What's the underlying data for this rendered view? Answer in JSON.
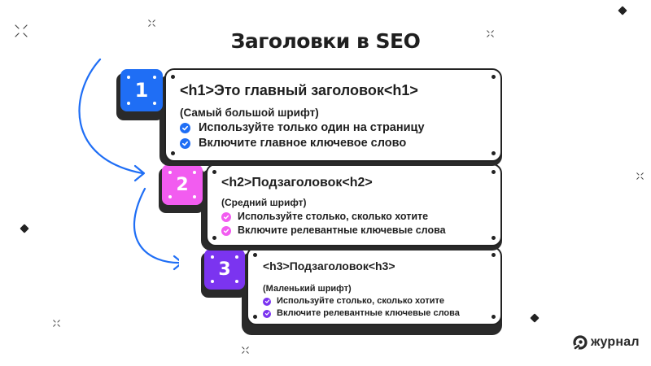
{
  "title": "Заголовки в SEO",
  "colors": {
    "h1_accent": "#1f6ef5",
    "h2_accent": "#f25cf0",
    "h3_accent": "#7b34f0",
    "dark": "#2a2a2a",
    "arrow": "#1f6ef5"
  },
  "cards": [
    {
      "number": "1",
      "heading": "<h1>Это главный заголовок<h1>",
      "subtitle": "(Самый большой шрифт)",
      "bullets": [
        "Используйте только один на страницу",
        "Включите главное ключевое слово"
      ]
    },
    {
      "number": "2",
      "heading": "<h2>Подзаголовок<h2>",
      "subtitle": "(Средний шрифт)",
      "bullets": [
        "Используйте столько, сколько хотите",
        "Включите релевантные ключевые слова"
      ]
    },
    {
      "number": "3",
      "heading": "<h3>Подзаголовок<h3>",
      "subtitle": "(Маленький шрифт)",
      "bullets": [
        "Используйте столько, сколько хотите",
        "Включите релевантные ключевые слова"
      ]
    }
  ],
  "icons": {
    "bullet": "check-circle-icon",
    "arrow": "curved-arrow-icon",
    "logo": "journal-logo-icon"
  },
  "logo": {
    "text": "журнал"
  }
}
